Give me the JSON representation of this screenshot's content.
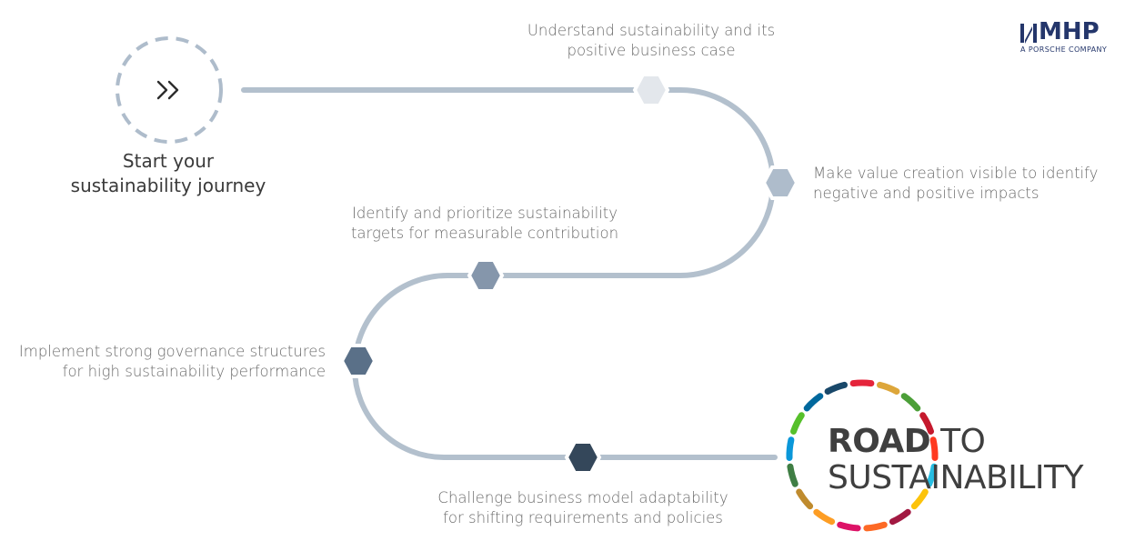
{
  "start": {
    "line1": "Start your",
    "line2": "sustainability journey",
    "icon": "double-chevron-right-icon"
  },
  "steps": [
    {
      "line1": "Understand sustainability and its",
      "line2": "positive business case",
      "color": "#e3e7ec"
    },
    {
      "line1": "Make value creation visible to identify",
      "line2": "negative and positive impacts",
      "color": "#aebccb"
    },
    {
      "line1": "Identify and prioritize sustainability",
      "line2": "targets for measurable contribution",
      "color": "#8596ab"
    },
    {
      "line1": "Implement strong governance structures",
      "line2": "for high sustainability performance",
      "color": "#5a7088"
    },
    {
      "line1": "Challenge business model adaptability",
      "line2": "for shifting requirements and policies",
      "color": "#34475a"
    }
  ],
  "goal": {
    "word1": "ROAD",
    "word2": "TO",
    "word3": "SUSTAINABILITY",
    "ring_colors": [
      "#e5243b",
      "#dda63a",
      "#4c9f38",
      "#c5192d",
      "#ff3a21",
      "#26bde2",
      "#fcc30b",
      "#a21942",
      "#fd6925",
      "#dd1367",
      "#fd9d24",
      "#bf8b2e",
      "#3f7e44",
      "#0a97d9",
      "#56c02b",
      "#00689d",
      "#19486a"
    ]
  },
  "logo": {
    "word": "MHP",
    "sub": "A PORSCHE COMPANY",
    "color": "#24366b"
  },
  "path_color": "#b3c0cd"
}
